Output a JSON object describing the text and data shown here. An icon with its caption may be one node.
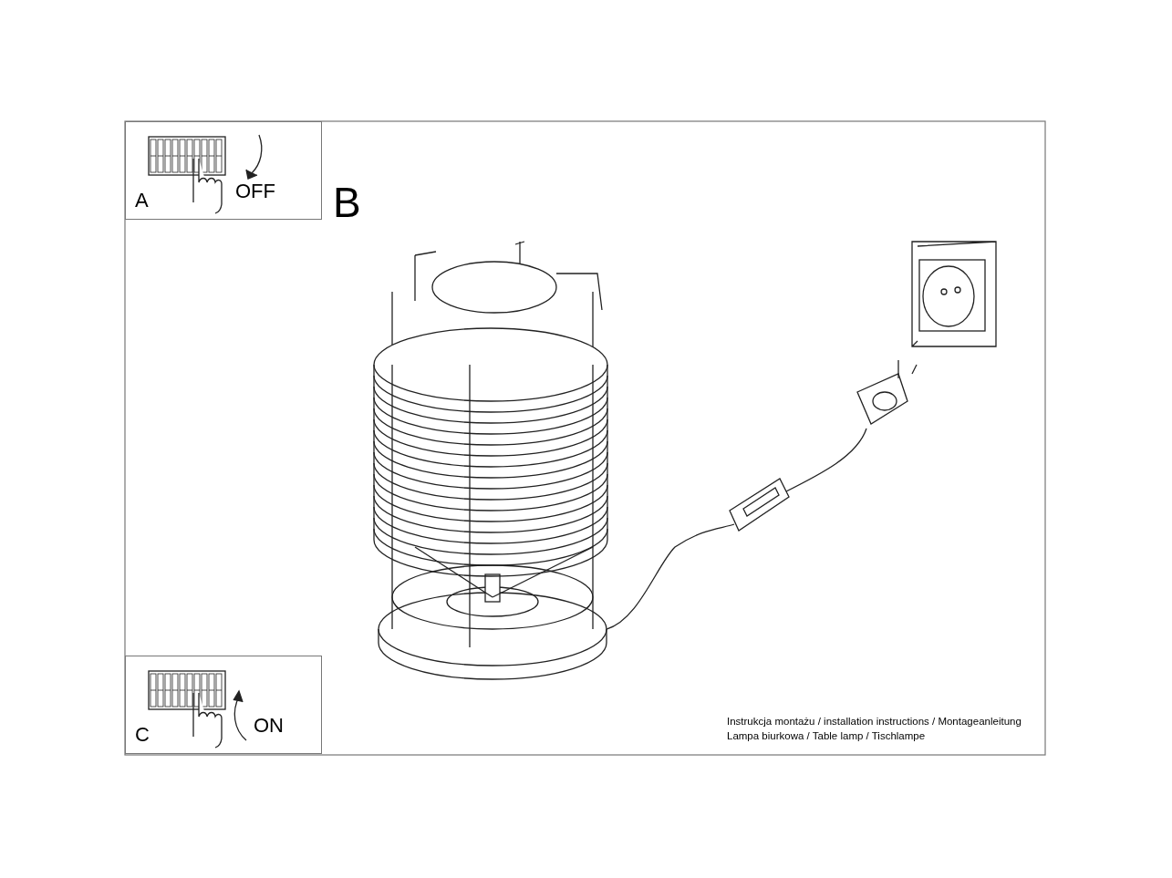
{
  "diagram": {
    "nodes": [
      {
        "text": [
          "A",
          "OFF"
        ]
      },
      {
        "text": [
          "C",
          "ON"
        ]
      }
    ],
    "labels": [
      "B",
      "Instrukcja montażu / installation instructions / Montageanleitung",
      "Lampa biurkowa / Table lamp / Tischlampe"
    ]
  }
}
